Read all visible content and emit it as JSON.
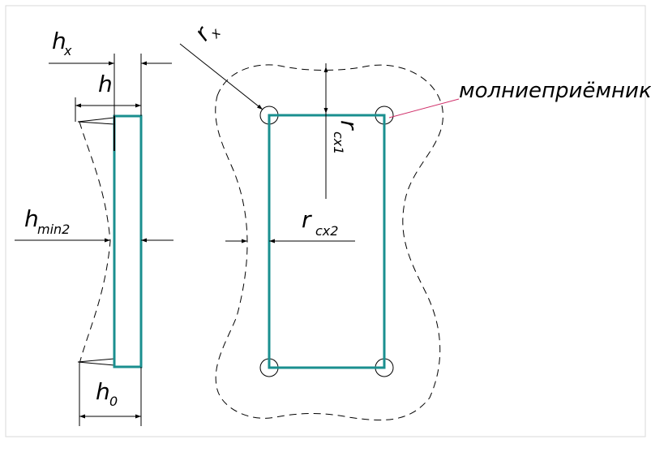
{
  "labels": {
    "hx_main": "h",
    "hx_sub": "x",
    "h": "h",
    "hmin2_main": "h",
    "hmin2_sub": "min2",
    "h0_main": "h",
    "h0_sub": "0",
    "rx_main": "r",
    "rx_sub": "x",
    "rcx1_main": "r",
    "rcx1_sub": "cx1",
    "rcx2_main": "r",
    "rcx2_sub": "cx2",
    "lightning_rod": "молниеприёмник"
  },
  "colors": {
    "structure": "#1a8f8f",
    "leader": "#d0306a",
    "lines": "#000000",
    "frame": "#d8d8d8"
  }
}
